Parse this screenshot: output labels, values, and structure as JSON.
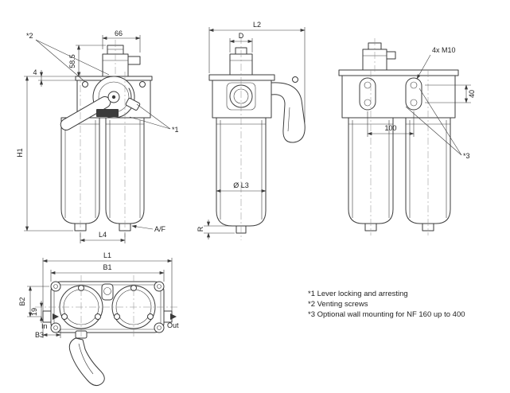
{
  "front_view": {
    "dim_66": "66",
    "dim_58_5": "58.5",
    "dim_4": "4",
    "dim_h1": "H1",
    "dim_l4": "L4",
    "label_af": "A/F",
    "ref_2": "*2",
    "ref_1": "*1"
  },
  "side_view": {
    "dim_l2": "L2",
    "dim_d": "D",
    "dim_l3": "Ø L3",
    "dim_r": "R"
  },
  "rear_view": {
    "label_bolts": "4x M10",
    "dim_40": "40",
    "dim_100": "100",
    "ref_3": "*3"
  },
  "top_view": {
    "dim_l1": "L1",
    "dim_b1": "B1",
    "dim_b2": "B2",
    "dim_19": "19",
    "dim_b3": "B3",
    "label_in": "In",
    "label_out": "Out"
  },
  "notes": {
    "note_1": "*1 Lever locking and arresting",
    "note_2": "*2 Venting screws",
    "note_3": "*3 Optional wall mounting for NF 160 up to 400"
  }
}
